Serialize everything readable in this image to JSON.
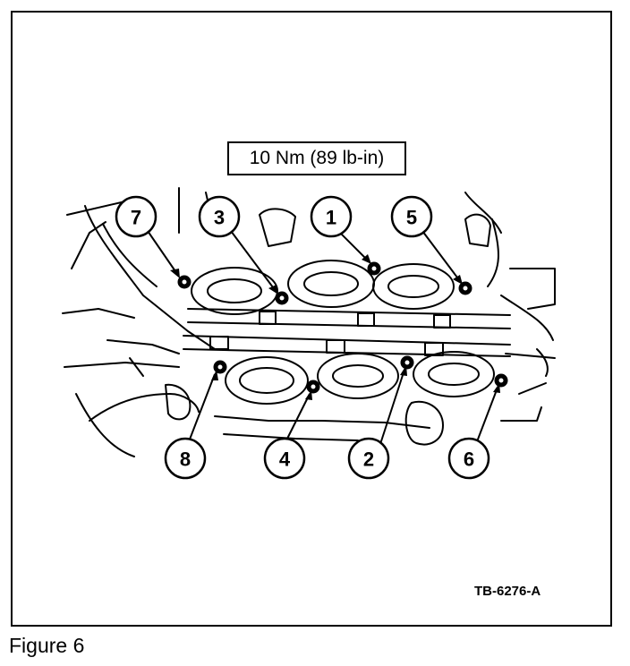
{
  "figure": {
    "caption": "Figure 6",
    "reference_code": "TB-6276-A",
    "torque_spec": "10 Nm (89 lb-in)"
  },
  "callouts": [
    {
      "id": "c1",
      "label": "1"
    },
    {
      "id": "c2",
      "label": "2"
    },
    {
      "id": "c3",
      "label": "3"
    },
    {
      "id": "c4",
      "label": "4"
    },
    {
      "id": "c5",
      "label": "5"
    },
    {
      "id": "c6",
      "label": "6"
    },
    {
      "id": "c7",
      "label": "7"
    },
    {
      "id": "c8",
      "label": "8"
    }
  ]
}
